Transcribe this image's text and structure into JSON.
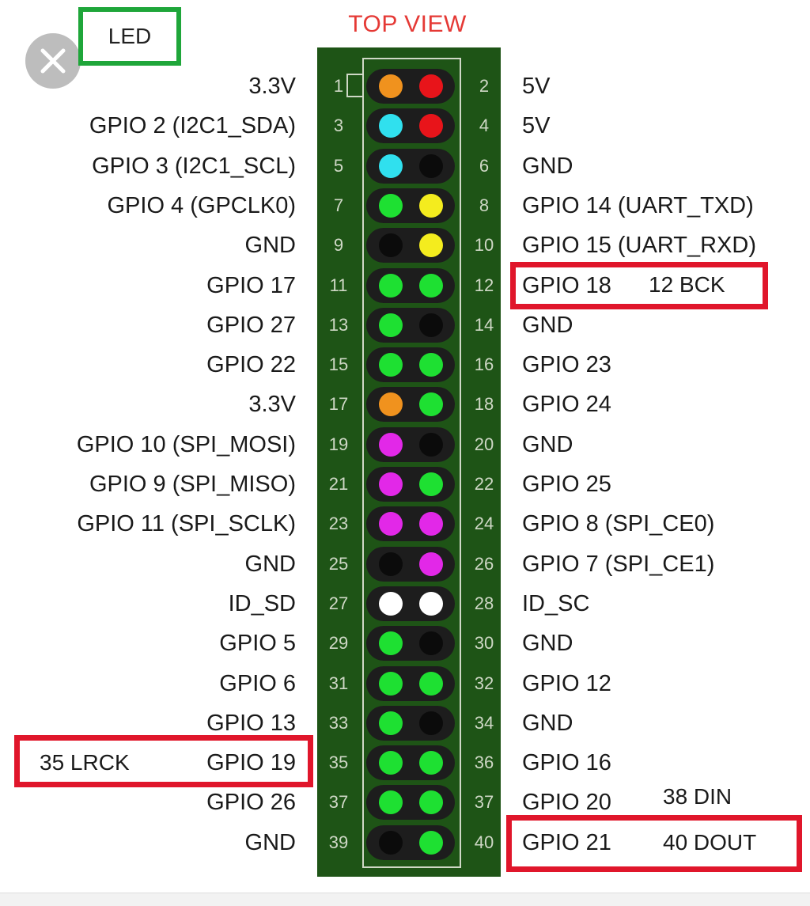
{
  "header": {
    "title": "TOP VIEW",
    "led_label": "LED"
  },
  "close_button": {
    "icon": "close-icon"
  },
  "colors": {
    "power_3v3": "#f0921e",
    "power_5v": "#e8141a",
    "i2c": "#30e0ee",
    "gpio": "#1ee032",
    "ground": "#0b0b0b",
    "uart": "#f4ec1e",
    "spi": "#e228e8",
    "id_eeprom": "#ffffff",
    "board": "#1e5416",
    "highlight_red": "#e0162b",
    "highlight_green": "#1fa63a"
  },
  "pins": [
    {
      "left_num": "1",
      "left_label": "3.3V",
      "left_type": "power_3v3",
      "right_num": "2",
      "right_label": "5V",
      "right_type": "power_5v"
    },
    {
      "left_num": "3",
      "left_label": "GPIO 2 (I2C1_SDA)",
      "left_type": "i2c",
      "right_num": "4",
      "right_label": "5V",
      "right_type": "power_5v"
    },
    {
      "left_num": "5",
      "left_label": "GPIO 3 (I2C1_SCL)",
      "left_type": "i2c",
      "right_num": "6",
      "right_label": "GND",
      "right_type": "ground"
    },
    {
      "left_num": "7",
      "left_label": "GPIO 4 (GPCLK0)",
      "left_type": "gpio",
      "right_num": "8",
      "right_label": "GPIO 14 (UART_TXD)",
      "right_type": "uart"
    },
    {
      "left_num": "9",
      "left_label": "GND",
      "left_type": "ground",
      "right_num": "10",
      "right_label": "GPIO 15 (UART_RXD)",
      "right_type": "uart"
    },
    {
      "left_num": "11",
      "left_label": "GPIO 17",
      "left_type": "gpio",
      "right_num": "12",
      "right_label": "GPIO 18",
      "right_type": "gpio"
    },
    {
      "left_num": "13",
      "left_label": "GPIO 27",
      "left_type": "gpio",
      "right_num": "14",
      "right_label": "GND",
      "right_type": "ground"
    },
    {
      "left_num": "15",
      "left_label": "GPIO 22",
      "left_type": "gpio",
      "right_num": "16",
      "right_label": "GPIO 23",
      "right_type": "gpio"
    },
    {
      "left_num": "17",
      "left_label": "3.3V",
      "left_type": "power_3v3",
      "right_num": "18",
      "right_label": "GPIO 24",
      "right_type": "gpio"
    },
    {
      "left_num": "19",
      "left_label": "GPIO 10 (SPI_MOSI)",
      "left_type": "spi",
      "right_num": "20",
      "right_label": "GND",
      "right_type": "ground"
    },
    {
      "left_num": "21",
      "left_label": "GPIO 9 (SPI_MISO)",
      "left_type": "spi",
      "right_num": "22",
      "right_label": "GPIO 25",
      "right_type": "gpio"
    },
    {
      "left_num": "23",
      "left_label": "GPIO 11 (SPI_SCLK)",
      "left_type": "spi",
      "right_num": "24",
      "right_label": "GPIO 8 (SPI_CE0)",
      "right_type": "spi"
    },
    {
      "left_num": "25",
      "left_label": "GND",
      "left_type": "ground",
      "right_num": "26",
      "right_label": "GPIO 7 (SPI_CE1)",
      "right_type": "spi"
    },
    {
      "left_num": "27",
      "left_label": "ID_SD",
      "left_type": "id_eeprom",
      "right_num": "28",
      "right_label": "ID_SC",
      "right_type": "id_eeprom"
    },
    {
      "left_num": "29",
      "left_label": "GPIO 5",
      "left_type": "gpio",
      "right_num": "30",
      "right_label": "GND",
      "right_type": "ground"
    },
    {
      "left_num": "31",
      "left_label": "GPIO 6",
      "left_type": "gpio",
      "right_num": "32",
      "right_label": "GPIO 12",
      "right_type": "gpio"
    },
    {
      "left_num": "33",
      "left_label": "GPIO 13",
      "left_type": "gpio",
      "right_num": "34",
      "right_label": "GND",
      "right_type": "ground"
    },
    {
      "left_num": "35",
      "left_label": "GPIO 19",
      "left_type": "gpio",
      "right_num": "36",
      "right_label": "GPIO 16",
      "right_type": "gpio"
    },
    {
      "left_num": "37",
      "left_label": "GPIO 26",
      "left_type": "gpio",
      "right_num": "37",
      "right_label": "GPIO 20",
      "right_type": "gpio"
    },
    {
      "left_num": "39",
      "left_label": "GND",
      "left_type": "ground",
      "right_num": "40",
      "right_label": "GPIO 21",
      "right_type": "gpio"
    }
  ],
  "annotations": {
    "bck": "12 BCK",
    "lrck": "35 LRCK",
    "din": "38 DIN",
    "dout": "40 DOUT"
  }
}
